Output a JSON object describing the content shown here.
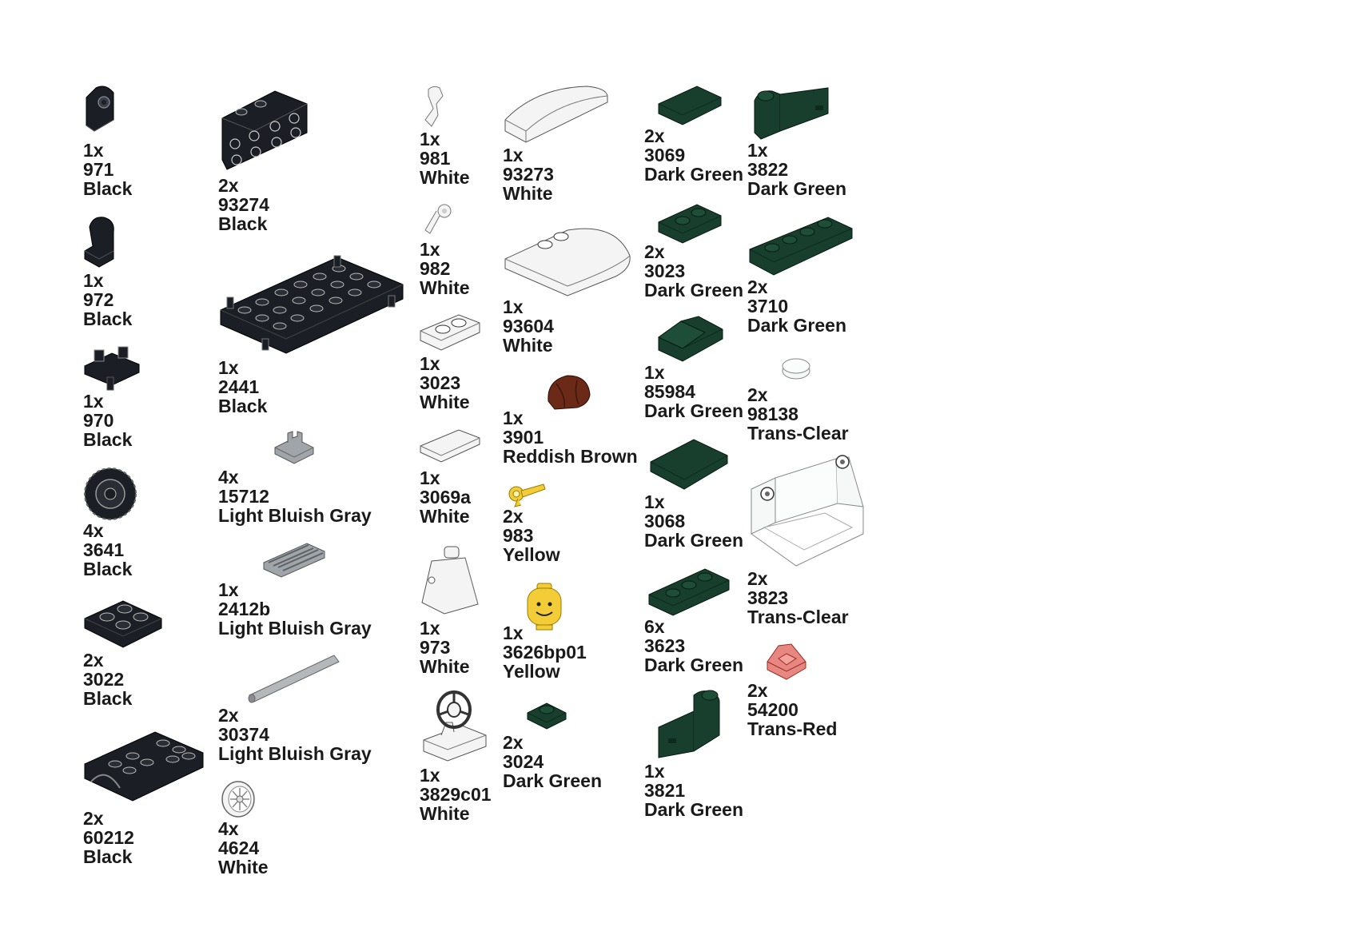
{
  "parts": [
    {
      "id": "p971",
      "qty": "1x",
      "number": "971",
      "color": "Black",
      "icon": "brick-hinge-vertical-icon",
      "fill": "#1b1e24"
    },
    {
      "id": "p972",
      "qty": "1x",
      "number": "972",
      "color": "Black",
      "icon": "brick-hinge-leg-icon",
      "fill": "#1b1e24"
    },
    {
      "id": "p970",
      "qty": "1x",
      "number": "970",
      "color": "Black",
      "icon": "hips-legs-icon",
      "fill": "#1b1e24"
    },
    {
      "id": "p3641",
      "qty": "4x",
      "number": "3641",
      "color": "Black",
      "icon": "tire-icon",
      "fill": "#1b1e24"
    },
    {
      "id": "p3022",
      "qty": "2x",
      "number": "3022",
      "color": "Black",
      "icon": "plate-2x2-icon",
      "fill": "#1b1e24"
    },
    {
      "id": "p60212",
      "qty": "2x",
      "number": "60212",
      "color": "Black",
      "icon": "mudguard-plate-icon",
      "fill": "#1b1e24"
    },
    {
      "id": "p93274",
      "qty": "2x",
      "number": "93274",
      "color": "Black",
      "icon": "bracket-plate-icon",
      "fill": "#1b1e24"
    },
    {
      "id": "p2441",
      "qty": "1x",
      "number": "2441",
      "color": "Black",
      "icon": "car-base-icon",
      "fill": "#1b1e24"
    },
    {
      "id": "p15712",
      "qty": "4x",
      "number": "15712",
      "color": "Light Bluish Gray",
      "icon": "tile-clip-icon",
      "fill": "#a0a5a9"
    },
    {
      "id": "p2412b",
      "qty": "1x",
      "number": "2412b",
      "color": "Light Bluish Gray",
      "icon": "grille-tile-icon",
      "fill": "#a0a5a9"
    },
    {
      "id": "p30374",
      "qty": "2x",
      "number": "30374",
      "color": "Light Bluish Gray",
      "icon": "bar-icon",
      "fill": "#a0a5a9"
    },
    {
      "id": "p4624",
      "qty": "4x",
      "number": "4624",
      "color": "White",
      "icon": "wheel-rim-icon",
      "fill": "#f4f4f4"
    },
    {
      "id": "p981",
      "qty": "1x",
      "number": "981",
      "color": "White",
      "icon": "arm-left-icon",
      "fill": "#f4f4f4"
    },
    {
      "id": "p982",
      "qty": "1x",
      "number": "982",
      "color": "White",
      "icon": "arm-right-icon",
      "fill": "#f4f4f4"
    },
    {
      "id": "p3023w",
      "qty": "1x",
      "number": "3023",
      "color": "White",
      "icon": "plate-1x2-icon",
      "fill": "#f4f4f4"
    },
    {
      "id": "p3069a",
      "qty": "1x",
      "number": "3069a",
      "color": "White",
      "icon": "tile-1x2-icon",
      "fill": "#f4f4f4"
    },
    {
      "id": "p973",
      "qty": "1x",
      "number": "973",
      "color": "White",
      "icon": "torso-icon",
      "fill": "#f4f4f4"
    },
    {
      "id": "p3829c01",
      "qty": "1x",
      "number": "3829c01",
      "color": "White",
      "icon": "steering-wheel-icon",
      "fill": "#f4f4f4"
    },
    {
      "id": "p93273",
      "qty": "1x",
      "number": "93273",
      "color": "White",
      "icon": "curved-slope-icon",
      "fill": "#f4f4f4"
    },
    {
      "id": "p93604",
      "qty": "1x",
      "number": "93604",
      "color": "White",
      "icon": "round-wedge-plate-icon",
      "fill": "#f4f4f4"
    },
    {
      "id": "p3901",
      "qty": "1x",
      "number": "3901",
      "color": "Reddish Brown",
      "icon": "hair-icon",
      "fill": "#6b2a17"
    },
    {
      "id": "p983",
      "qty": "2x",
      "number": "983",
      "color": "Yellow",
      "icon": "hand-icon",
      "fill": "#f2cd37"
    },
    {
      "id": "p3626bp01",
      "qty": "1x",
      "number": "3626bp01",
      "color": "Yellow",
      "icon": "minifig-head-icon",
      "fill": "#f2cd37"
    },
    {
      "id": "p3024",
      "qty": "2x",
      "number": "3024",
      "color": "Dark Green",
      "icon": "plate-1x1-icon",
      "fill": "#183f2e"
    },
    {
      "id": "p3069",
      "qty": "2x",
      "number": "3069",
      "color": "Dark Green",
      "icon": "tile-1x2-icon",
      "fill": "#183f2e"
    },
    {
      "id": "p3023g",
      "qty": "2x",
      "number": "3023",
      "color": "Dark Green",
      "icon": "plate-1x2-icon",
      "fill": "#183f2e"
    },
    {
      "id": "p85984",
      "qty": "1x",
      "number": "85984",
      "color": "Dark Green",
      "icon": "slope-icon",
      "fill": "#183f2e"
    },
    {
      "id": "p3068",
      "qty": "1x",
      "number": "3068",
      "color": "Dark Green",
      "icon": "tile-2x2-icon",
      "fill": "#183f2e"
    },
    {
      "id": "p3623",
      "qty": "6x",
      "number": "3623",
      "color": "Dark Green",
      "icon": "plate-1x3-icon",
      "fill": "#183f2e"
    },
    {
      "id": "p3821",
      "qty": "1x",
      "number": "3821",
      "color": "Dark Green",
      "icon": "door-left-icon",
      "fill": "#183f2e"
    },
    {
      "id": "p3822",
      "qty": "1x",
      "number": "3822",
      "color": "Dark Green",
      "icon": "door-right-icon",
      "fill": "#183f2e"
    },
    {
      "id": "p3710",
      "qty": "2x",
      "number": "3710",
      "color": "Dark Green",
      "icon": "plate-1x4-icon",
      "fill": "#183f2e"
    },
    {
      "id": "p98138",
      "qty": "2x",
      "number": "98138",
      "color": "Trans-Clear",
      "icon": "round-tile-icon",
      "fill": "#f6f8f8"
    },
    {
      "id": "p3823",
      "qty": "2x",
      "number": "3823",
      "color": "Trans-Clear",
      "icon": "windscreen-icon",
      "fill": "#f6f8f8"
    },
    {
      "id": "p54200",
      "qty": "2x",
      "number": "54200",
      "color": "Trans-Red",
      "icon": "cheese-slope-icon",
      "fill": "#e06a62"
    }
  ]
}
